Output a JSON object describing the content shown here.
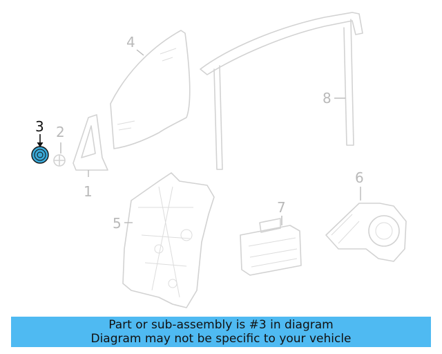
{
  "diagram": {
    "highlight_color": "#3aa9d8",
    "callouts": [
      {
        "id": "1",
        "label": "1"
      },
      {
        "id": "2",
        "label": "2"
      },
      {
        "id": "3",
        "label": "3",
        "highlighted": true
      },
      {
        "id": "4",
        "label": "4"
      },
      {
        "id": "5",
        "label": "5"
      },
      {
        "id": "6",
        "label": "6"
      },
      {
        "id": "7",
        "label": "7"
      },
      {
        "id": "8",
        "label": "8"
      }
    ]
  },
  "banner": {
    "color": "#4fbaf2",
    "line1": "Part or sub-assembly is #3 in diagram",
    "line2": "Diagram may not be specific to your vehicle"
  }
}
